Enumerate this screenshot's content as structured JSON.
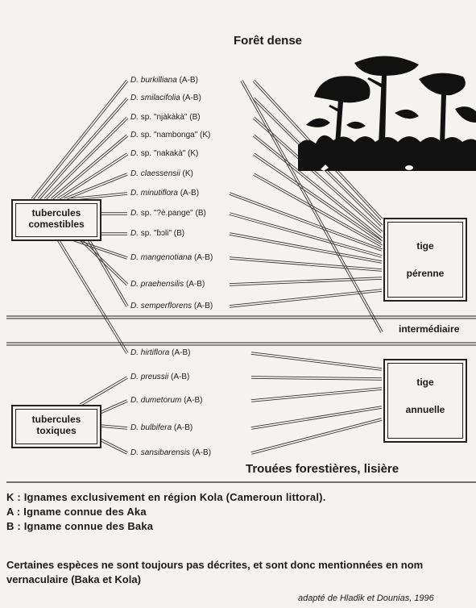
{
  "title_top": "Forêt dense",
  "title_bottom": "Trouées forestières, lisière",
  "zone_middle": "intermédiaire",
  "boxes": {
    "edible": [
      "tubercules",
      "comestibles"
    ],
    "toxic": [
      "tubercules",
      "toxiques"
    ],
    "perennial": [
      "tige",
      "pérenne"
    ],
    "annual": [
      "tige",
      "annuelle"
    ]
  },
  "species": [
    {
      "genus": "D.",
      "name": "burkilliana",
      "tag": "(A-B)"
    },
    {
      "genus": "D.",
      "name": "smilacifolia",
      "tag": "(A-B)"
    },
    {
      "genus": "D.",
      "name": "sp. \"njàkàkà\"",
      "tag": "(B)"
    },
    {
      "genus": "D.",
      "name": "sp. \"nambonga\"",
      "tag": "(K)"
    },
    {
      "genus": "D.",
      "name": "sp. \"nakakà\"",
      "tag": "(K)"
    },
    {
      "genus": "D.",
      "name": "claessensii",
      "tag": "(K)"
    },
    {
      "genus": "D.",
      "name": "minutiflora",
      "tag": "(A-B)"
    },
    {
      "genus": "D.",
      "name": "sp. \"?è.pange\"",
      "tag": "(B)"
    },
    {
      "genus": "D.",
      "name": "sp. \"ɓɔli\"",
      "tag": "(B)"
    },
    {
      "genus": "D.",
      "name": "mangenotiana",
      "tag": "(A-B)"
    },
    {
      "genus": "D.",
      "name": "praehensilis",
      "tag": "(A-B)"
    },
    {
      "genus": "D.",
      "name": "semperflorens",
      "tag": "(A-B)"
    },
    {
      "genus": "D.",
      "name": "hirtiflora",
      "tag": "(A-B)"
    },
    {
      "genus": "D.",
      "name": "preussii",
      "tag": "(A-B)"
    },
    {
      "genus": "D.",
      "name": "dumetorum",
      "tag": "(A-B)"
    },
    {
      "genus": "D.",
      "name": "bulbifera",
      "tag": "(A-B)"
    },
    {
      "genus": "D.",
      "name": "sansibarensis",
      "tag": "(A-B)"
    }
  ],
  "legend": [
    "K : Ignames exclusivement en région Kola (Cameroun littoral).",
    "A : Igname connue des Aka",
    "B : Igname connue des Baka"
  ],
  "note": "Certaines espèces ne sont toujours pas décrites, et sont donc mentionnées en nom vernaculaire (Baka et Kola)",
  "credit": "adapté de Hladik et Dounias, 1996"
}
